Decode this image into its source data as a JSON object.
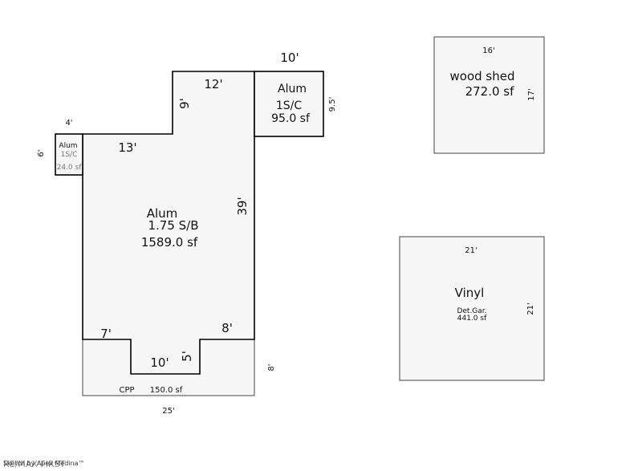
{
  "main_house": {
    "material": "Alum",
    "style": "1.75 S/B",
    "area": "1589.0 sf",
    "dim_top": "12'",
    "dim_step_vertical": "9'",
    "dim_step_horizontal": "13'",
    "dim_right": "39'",
    "dim_notch_left": "7'",
    "dim_notch_right": "8'",
    "dim_notch_bottom": "10'",
    "dim_notch_depth": "5'"
  },
  "upper_addition": {
    "material": "Alum",
    "style": "1S/C",
    "area": "95.0 sf",
    "dim_top": "10'",
    "dim_right": "9.5'"
  },
  "small_addition": {
    "material": "Alum",
    "style": "1S/C",
    "area": "24.0 sf",
    "dim_top": "4'",
    "dim_left": "6'"
  },
  "porch": {
    "label": "CPP",
    "area": "150.0 sf",
    "dim_bottom": "25'",
    "dim_right": "8'"
  },
  "wood_shed": {
    "label": "wood shed",
    "area": "272.0 sf",
    "dim_top": "16'",
    "dim_right": "17'"
  },
  "garage": {
    "material": "Vinyl",
    "style": "Det.Gar.",
    "area": "441.0 sf",
    "dim_top": "21'",
    "dim_right": "21'"
  },
  "footer": {
    "watermark": "RE/MAX FIRST",
    "credit": "Sketch by Apex Medina™"
  }
}
